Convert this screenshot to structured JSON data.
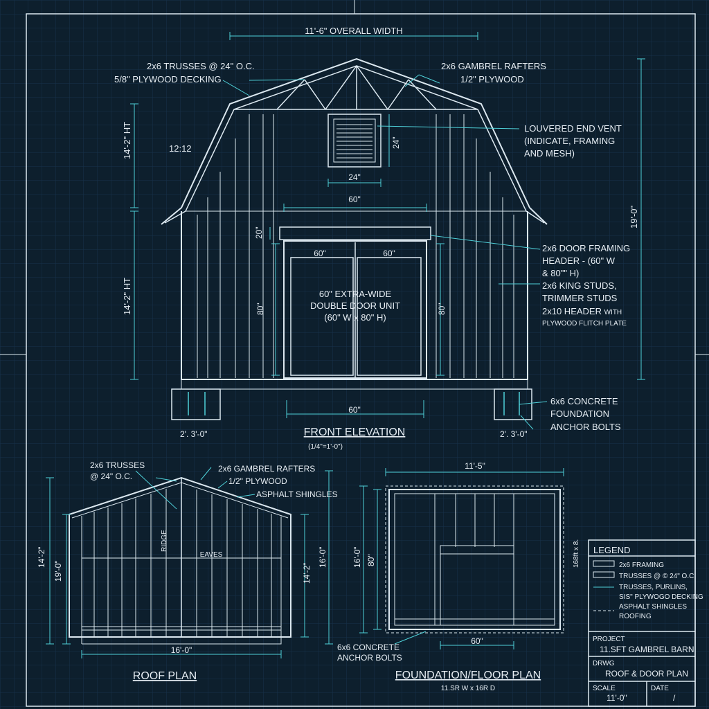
{
  "colors": {
    "background": "#0d1f2d",
    "line": "#dce8f0",
    "dimension": "#4fd1d9",
    "grid": "#17324a"
  },
  "front": {
    "overall_width": "11'-6\" OVERALL WIDTH",
    "trusses": "2x6 TRUSSES @ 24\" O.C.",
    "decking": "5/8\" PLYWOOD DECKING",
    "gambrel_rafters": "2x6 GAMBREL RAFTERS",
    "plywood": "1/2\" PLYWOOD",
    "vent_1": "LOUVERED END VENT",
    "vent_2": "(INDICATE,  FRAMING",
    "vent_3": "AND MESH)",
    "pitch": "12:12",
    "upper_height": "14'-2\" HT",
    "lower_height": "14'-2\" HT",
    "total_height": "19'-0\"",
    "vent_h": "24\"",
    "vent_w": "24\"",
    "header_w": "60\"",
    "header_h": "20\"",
    "door_left": "60\"",
    "door_right": "60\"",
    "door_h_left": "80\"",
    "door_h_right": "80\"",
    "door_1": "60\" EXTRA-WIDE",
    "door_2": "DOUBLE DOOR UNIT",
    "door_3": "(60\" W x 80\" H)",
    "note_1": "2x6 DOOR FRAMING",
    "note_2": "HEADER - (60\" W",
    "note_3": "& 80\"\" H)",
    "note_4": "2x6 KING STUDS,",
    "note_5": "TRIMMER STUDS",
    "note_6a": "2x10 HEADER",
    "note_6b": "WITH",
    "note_7": "PLYWOOD FLITCH PLATE",
    "bottom_w": "60\"",
    "foundation_1": "6x6 CONCRETE",
    "foundation_2": "FOUNDATION",
    "foundation_3": "ANCHOR BOLTS",
    "footing_left": "2'. 3'-0\"",
    "footing_right": "2'. 3'-0\"",
    "title": "FRONT ELEVATION",
    "scale": "(1/4\"=1'-0\")"
  },
  "roof": {
    "trusses_1": "2x6 TRUSSES",
    "trusses_2": "@ 24\" O.C.",
    "rafters": "2x6 GAMBREL RAFTERS",
    "plywood": "1/2\" PLYWOOD",
    "shingles": "ASPHALT SHINGLES",
    "ridge": "RIDGE",
    "eaves": "EAVES",
    "dim_a": "14'-2\"",
    "dim_b": "19'-0\"",
    "dim_c": "14'-2\"",
    "dim_d": "16'-0\"",
    "bottom": "16'-0\"",
    "title": "ROOF PLAN"
  },
  "foundation": {
    "top": "11'-5\"",
    "left_a": "16'-0\"",
    "left_b": "80\"",
    "right": "168ft x 8.",
    "bottom": "60\"",
    "anchor_1": "6x6 CONCRETE",
    "anchor_2": "ANCHOR BOLTS",
    "title": "FOUNDATION/FLOOR PLAN",
    "subtitle": "11.SR W x 16R D"
  },
  "legend": {
    "title": "LEGEND",
    "items": [
      "2x6 FRAMING",
      "TRUSSES @ © 24\" O.C.",
      "TRUSSES, PURLINS,",
      "SIS\" PLYWOGO DECKING",
      "ASPHALT SHINGLES",
      "ROOFING"
    ],
    "project_label": "PROJECT",
    "project_value": "11.SFT GAMBREL BARN",
    "drawing_label": "DRWG",
    "drawing_value": "ROOF & DOOR PLAN",
    "scale_label": "SCALE",
    "scale_value": "11'-0\"",
    "date_label": "DATE",
    "date_value": "/"
  }
}
